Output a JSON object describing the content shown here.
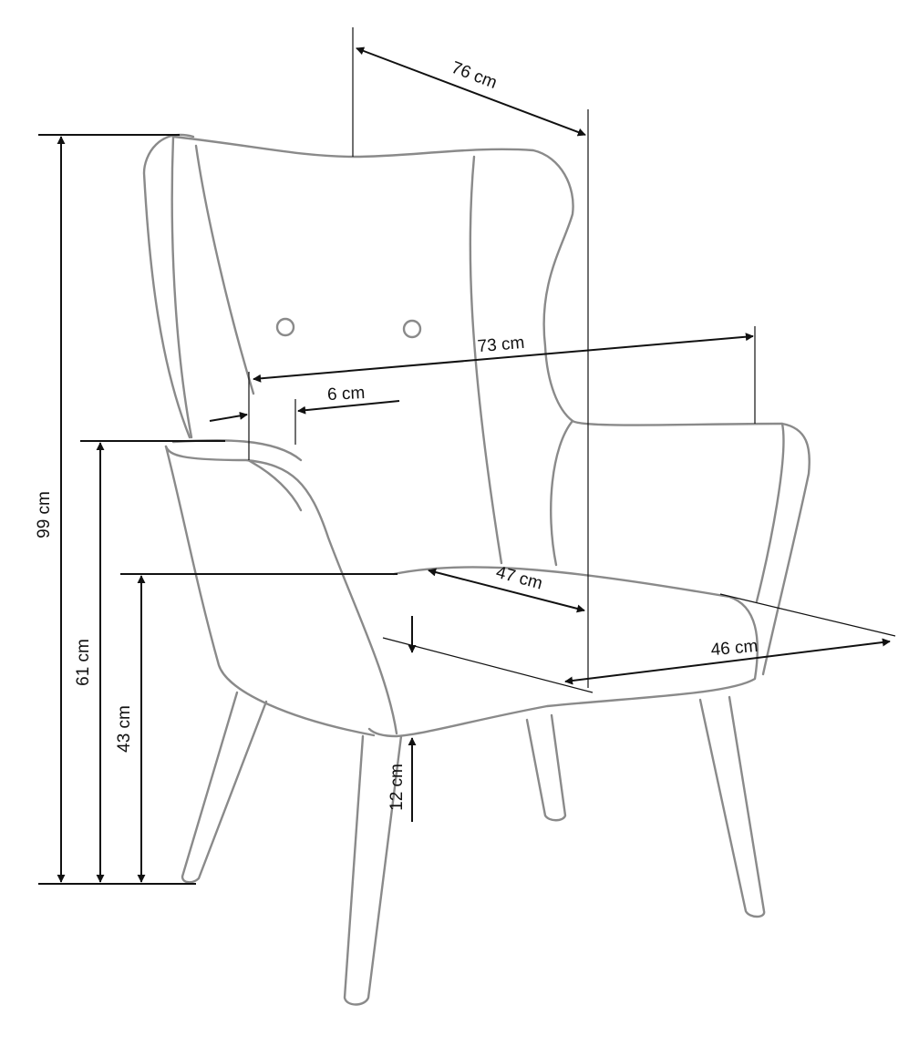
{
  "dimensions": {
    "total_width": "76 cm",
    "arm_width": "73 cm",
    "armrest_width": "6 cm",
    "seat_depth": "47 cm",
    "seat_width": "46 cm",
    "total_height": "99 cm",
    "arm_height": "61 cm",
    "seat_height": "43 cm",
    "leg_clearance": "12 cm"
  },
  "colors": {
    "chair_outline": "#8a8a8a",
    "dimension_lines": "#111111",
    "background": "#ffffff"
  }
}
